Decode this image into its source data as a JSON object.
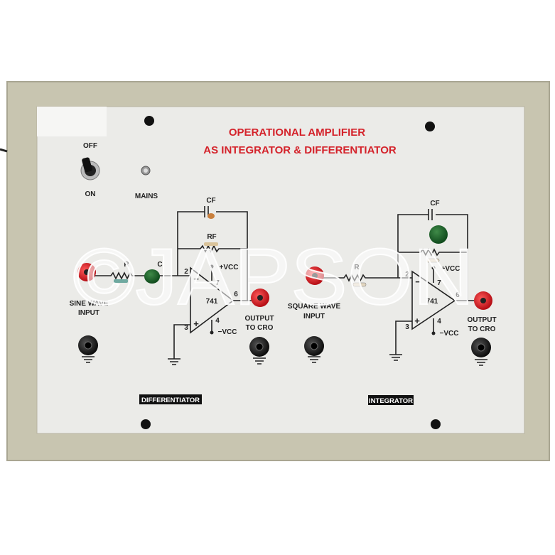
{
  "panel": {
    "title_line1": "OPERATIONAL AMPLIFIER",
    "title_line2": "AS INTEGRATOR & DIFFERENTIATOR",
    "title_color": "#d4222a",
    "switch": {
      "off_label": "OFF",
      "on_label": "ON"
    },
    "mains_label": "MAINS"
  },
  "differentiator": {
    "input_label_1": "SINE WAVE",
    "input_label_2": "INPUT",
    "r_label": "R",
    "c_label": "C",
    "cf_label": "CF",
    "rf_label": "RF",
    "opamp": "741",
    "pin2": "2",
    "pin3": "3",
    "pin4": "4",
    "pin6": "6",
    "pin7": "7",
    "vcc_pos": "+VCC",
    "vcc_neg": "−VCC",
    "minus": "−",
    "plus": "+",
    "output_label_1": "OUTPUT",
    "output_label_2": "TO CRO",
    "section_tag": "DIFFERENTIATOR"
  },
  "integrator": {
    "input_label_1": "SQUARE WAVE",
    "input_label_2": "INPUT",
    "r_label": "R",
    "cf_label": "CF",
    "opamp": "741",
    "pin2": "2",
    "pin3": "3",
    "pin4": "4",
    "pin6": "6",
    "pin7": "7",
    "vcc_pos": "+VCC",
    "vcc_neg": "−VCC",
    "minus": "−",
    "plus": "+",
    "output_label_1": "OUTPUT",
    "output_label_2": "TO CRO",
    "section_tag": "INTEGRATOR"
  },
  "watermark": "©JAPSON"
}
